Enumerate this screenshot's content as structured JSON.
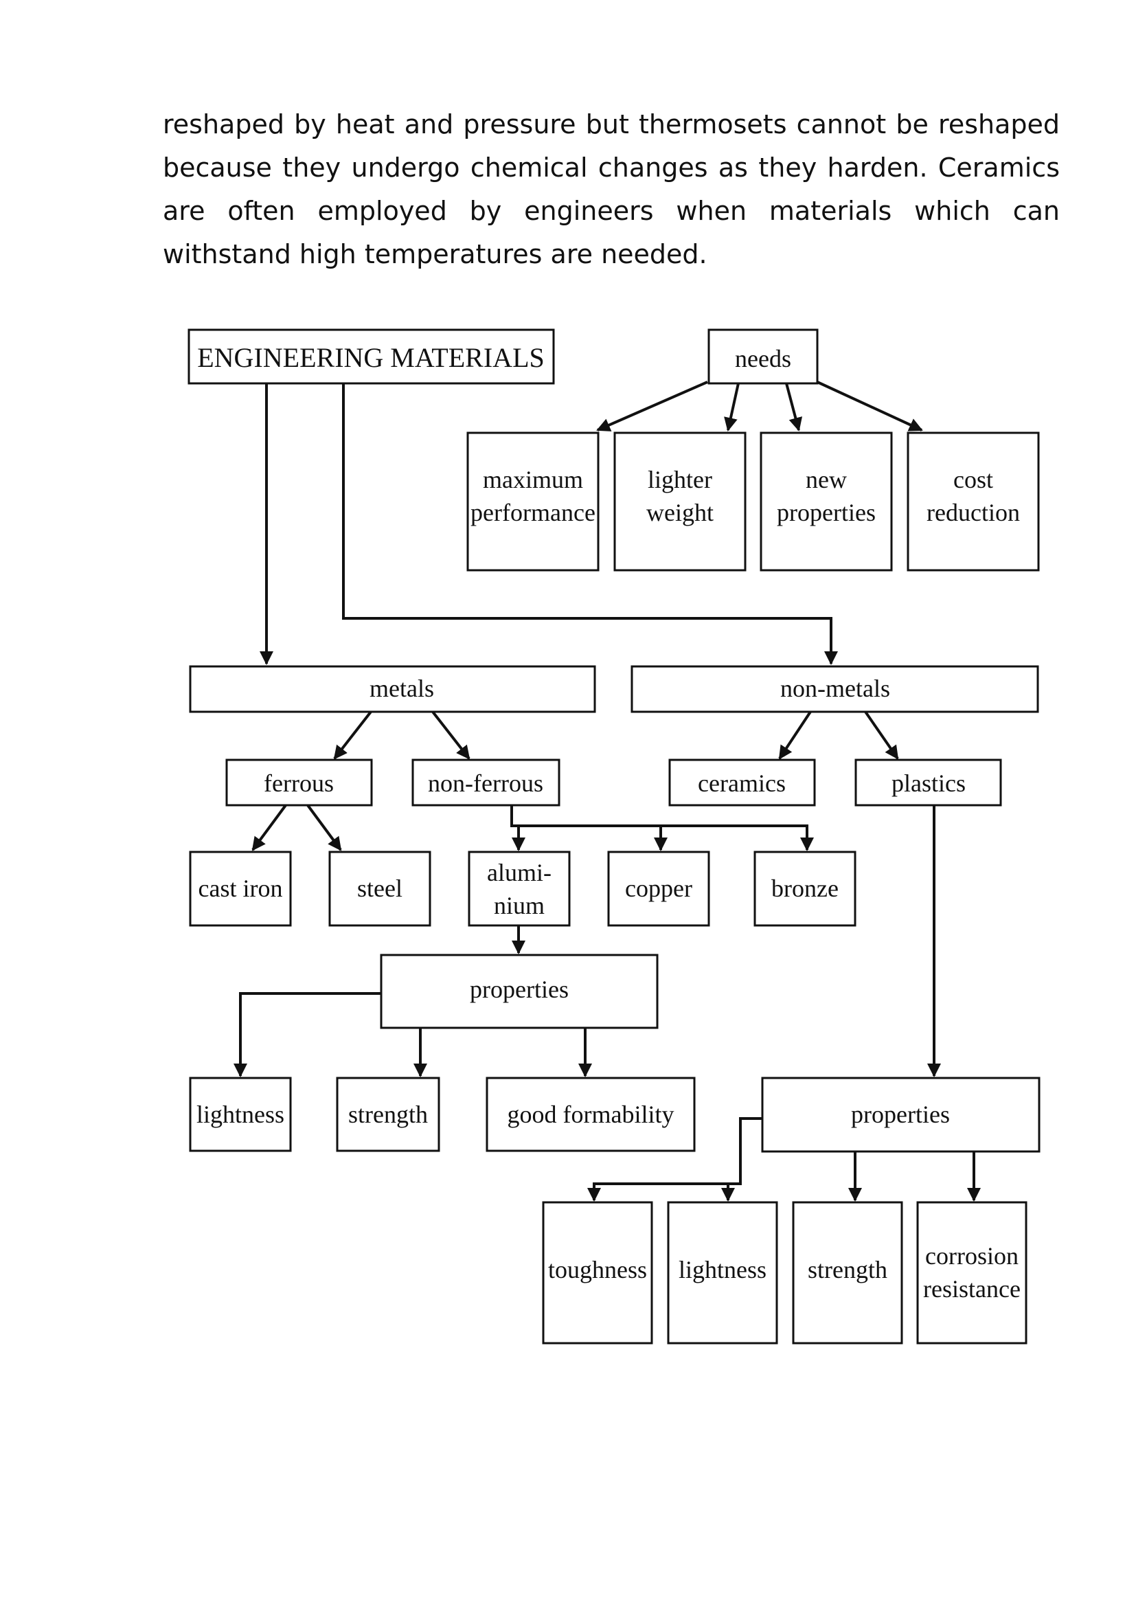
{
  "paragraph": "reshaped by heat and pressure but thermosets cannot be reshaped because they undergo chemical changes as they harden. Ceramics are often employed by engineers when materials which can withstand high temperatures are needed.",
  "diagram": {
    "root": "ENGINEERING MATERIALS",
    "needs": {
      "label": "needs",
      "items": [
        [
          "maximum",
          "performance"
        ],
        [
          "lighter",
          "weight"
        ],
        [
          "new",
          "properties"
        ],
        [
          "cost",
          "reduction"
        ]
      ]
    },
    "metals": {
      "label": "metals",
      "ferrous": {
        "label": "ferrous",
        "children": [
          "cast iron",
          "steel"
        ]
      },
      "non_ferrous": {
        "label": "non-ferrous",
        "children": [
          [
            "alumi-",
            "nium"
          ],
          "copper",
          "bronze"
        ]
      },
      "aluminium_properties": {
        "label": "properties",
        "children": [
          "lightness",
          "strength",
          "good formability"
        ]
      }
    },
    "non_metals": {
      "label": "non-metals",
      "ceramics": "ceramics",
      "plastics": "plastics",
      "plastics_properties": {
        "label": "properties",
        "children": [
          "toughness",
          "lightness",
          "strength",
          [
            "corrosion",
            "resistance"
          ]
        ]
      }
    }
  }
}
